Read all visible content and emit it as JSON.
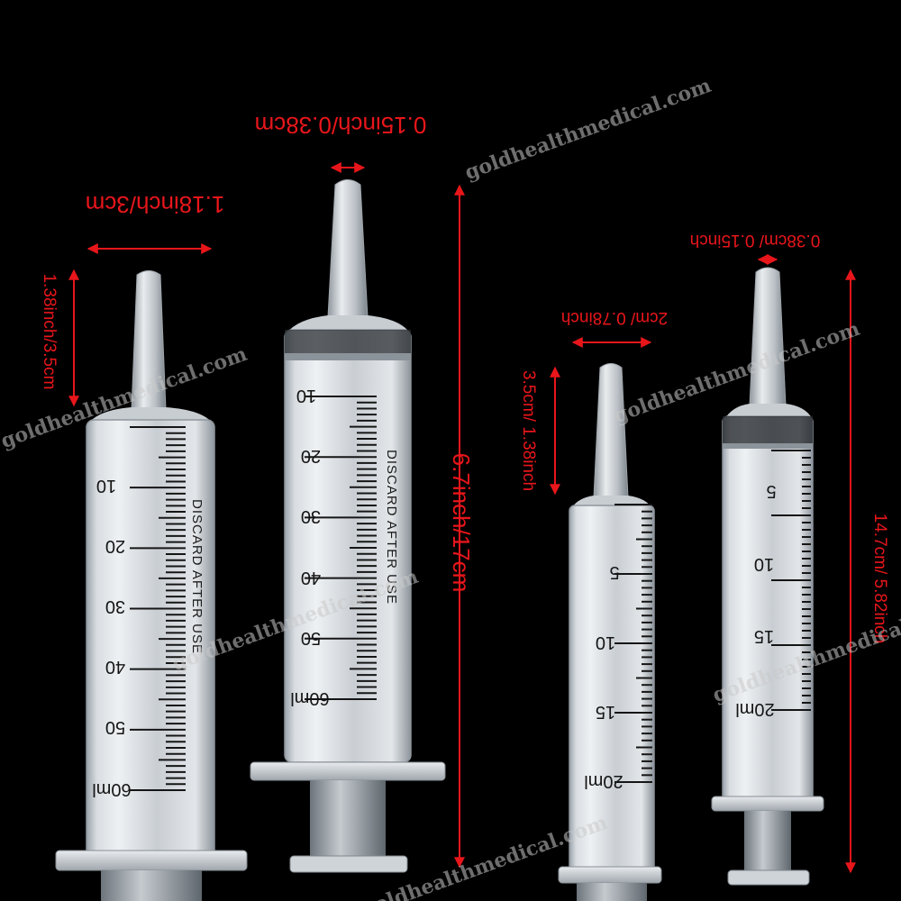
{
  "image": {
    "background": "#000000",
    "accent_red": "#e8161b"
  },
  "watermark": {
    "text": "goldhealthmedical.com"
  },
  "syringe_60ml_a": {
    "width_label": "1.18inch/3cm",
    "tip_label": "1.38inch/3.5cm",
    "scale": [
      "10",
      "20",
      "30",
      "40",
      "50",
      "60ml"
    ],
    "imprint": "DISCARD  AFTER  USE"
  },
  "syringe_60ml_b": {
    "nozzle_label": "0.15inch/0.38cm",
    "height_label": "6.7inch/17cm",
    "scale": [
      "10",
      "20",
      "30",
      "40",
      "50",
      "60ml"
    ],
    "imprint": "DISCARD  AFTER  USE"
  },
  "syringe_20ml_a": {
    "width_label": "2cm/ 0.78inch",
    "tip_label": "3.5cm/ 1.38inch",
    "scale": [
      "5",
      "10",
      "15",
      "20ml"
    ]
  },
  "syringe_20ml_b": {
    "nozzle_label": "0.38cm/ 0.15inch",
    "height_label": "14.7cm/ 5.82inch",
    "scale": [
      "5",
      "10",
      "15",
      "20ml"
    ]
  }
}
